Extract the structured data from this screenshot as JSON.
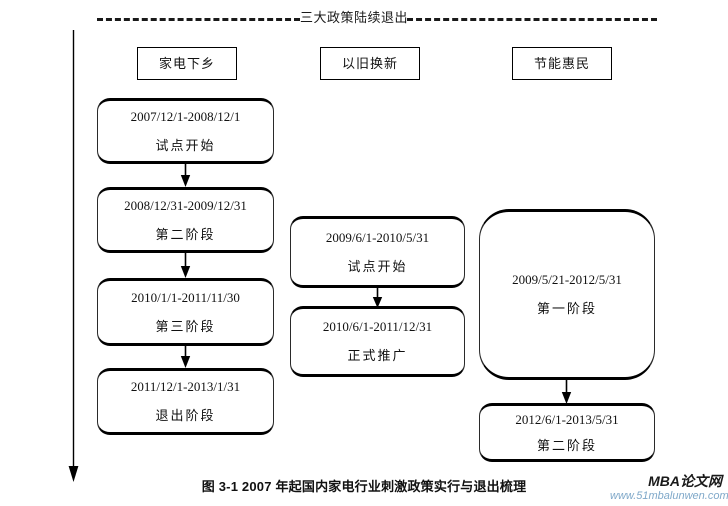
{
  "header": {
    "title": "三大政策陆续退出",
    "rule_style": "dashed"
  },
  "timeline": {
    "arrow_name": "downward-time-arrow"
  },
  "columns": [
    {
      "id": "col-jiadian-xiaxiang",
      "header": "家电下乡",
      "boxes": [
        {
          "date": "2007/12/1-2008/12/1",
          "phase": "试点开始"
        },
        {
          "date": "2008/12/31-2009/12/31",
          "phase": "第二阶段"
        },
        {
          "date": "2010/1/1-2011/11/30",
          "phase": "第三阶段"
        },
        {
          "date": "2011/12/1-2013/1/31",
          "phase": "退出阶段"
        }
      ]
    },
    {
      "id": "col-yijiu-huanxin",
      "header": "以旧换新",
      "boxes": [
        {
          "date": "2009/6/1-2010/5/31",
          "phase": "试点开始"
        },
        {
          "date": "2010/6/1-2011/12/31",
          "phase": "正式推广"
        }
      ]
    },
    {
      "id": "col-jieneng-huimin",
      "header": "节能惠民",
      "boxes": [
        {
          "date": "2009/5/21-2012/5/31",
          "phase": "第一阶段"
        },
        {
          "date": "2012/6/1-2013/5/31",
          "phase": "第二阶段"
        }
      ]
    }
  ],
  "caption": "图 3-1  2007 年起国内家电行业刺激政策实行与退出梳理",
  "watermark": {
    "brand": "MBA论文网",
    "url": "www.51mbalunwen.com",
    "url_color": "#7fa8c9"
  }
}
